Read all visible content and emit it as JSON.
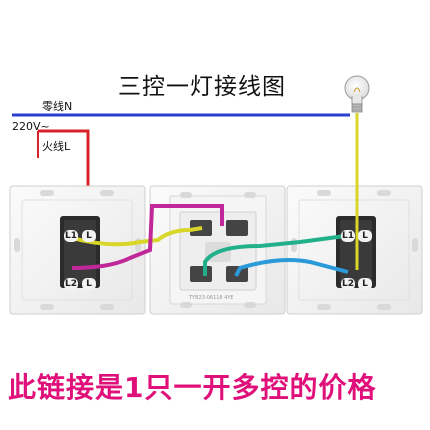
{
  "diagram": {
    "title": "三控一灯接线图",
    "labels": {
      "neutral": "零线N",
      "voltage": "220V~",
      "live": "火线L"
    },
    "terminals": {
      "left_switch": [
        "L1",
        "L",
        "L2",
        "L"
      ],
      "right_switch": [
        "L1",
        "L",
        "L2",
        "L"
      ]
    },
    "middle_switch_small_text": "TYB23-06118 4YE",
    "footer": "此链接是1只一开多控的价格"
  },
  "colors": {
    "neutral_wire": "#2a3fd0",
    "live_wire": "#d8232a",
    "yellow_wire": "#d8d628",
    "magenta_wire": "#c0289a",
    "green_wire": "#22b08a",
    "blue_wire": "#2a9ad8",
    "footer_text": "#e0107a"
  }
}
